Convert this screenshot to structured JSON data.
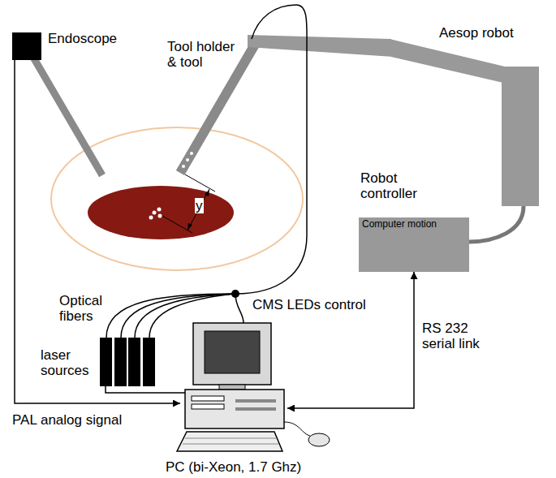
{
  "diagram": {
    "nodes": [
      {
        "text": [
          "Endoscope"
        ]
      },
      {
        "text": [
          "Robot controller",
          "Computer motion"
        ]
      },
      {
        "text": [
          "PC (bi-Xeon, 1.7 Ghz)"
        ]
      }
    ],
    "edges": [
      {
        "from": 0,
        "to": 2,
        "arrow": "to",
        "label": "PAL analog signal"
      },
      {
        "from": 1,
        "to": 2,
        "arrow": "both",
        "label": "RS 232 serial link"
      }
    ],
    "labels": [
      "Tool holder & tool",
      "Aesop robot",
      "y",
      "Optical fibers",
      "laser sources",
      "CMS LEDs control"
    ]
  }
}
